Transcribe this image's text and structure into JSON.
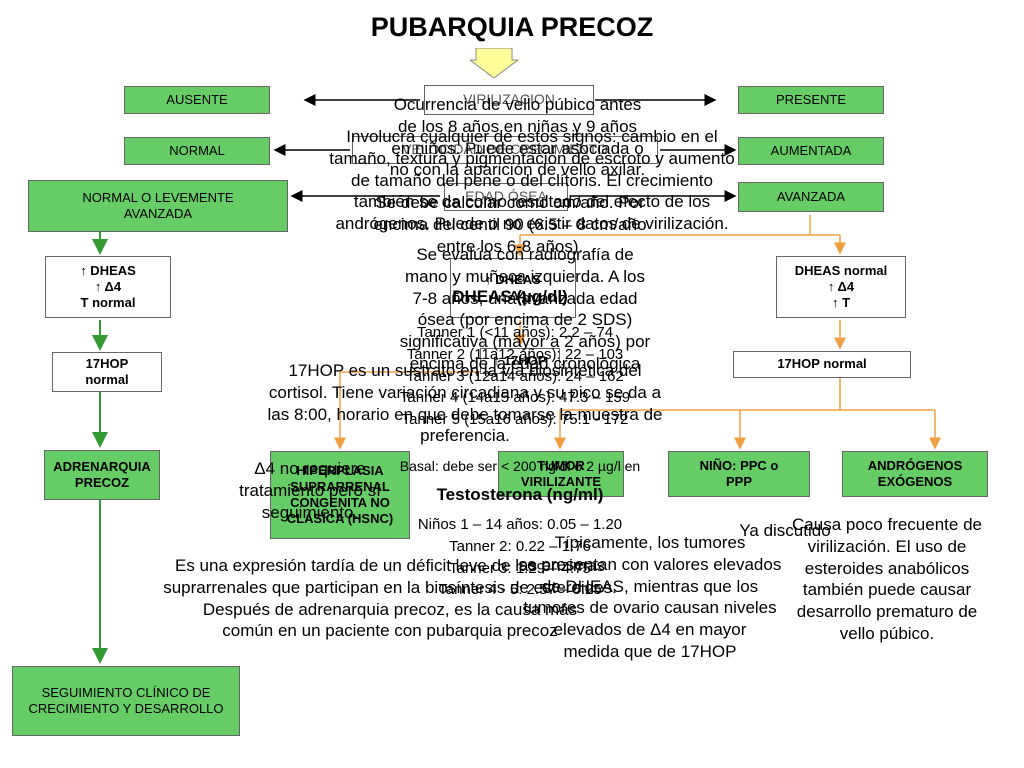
{
  "title": "PUBARQUIA PRECOZ",
  "rows": {
    "virilizacion": {
      "center": "VIRILIZACION",
      "left": "AUSENTE",
      "right": "PRESENTE"
    },
    "velocidad": {
      "center": "VELOCIDAD DE CRECIMIENTO",
      "left": "NORMAL",
      "right": "AUMENTADA"
    },
    "edad_osea": {
      "center": "EDAD ÓSEA",
      "left": "NORMAL O LEVEMENTE AVANZADA",
      "right": "AVANZADA"
    }
  },
  "left_branch": {
    "labs": [
      "↑ DHEAS",
      "↑ Δ4",
      "T normal"
    ],
    "hop": "17HOP normal",
    "diagnosis": "ADRENARQUIA PRECOZ",
    "followup": "SEGUIMIENTO CLÍNICO DE CRECIMIENTO Y DESARROLLO"
  },
  "right_branch": {
    "labs": [
      "DHEAS normal",
      "↑ Δ4",
      "↑ T"
    ],
    "hop": "17HOP normal"
  },
  "center_branch": {
    "labs": [
      "↑ DHEAS",
      "↑ Δ4"
    ],
    "hop": "↑ 17HOP"
  },
  "diagnoses": {
    "hsnc": "HIPERPLASIA SUPRARRENAL CONGENITA NO CLÁSICA (HSNC)",
    "tumor": "TUMOR VIRILIZANTE",
    "nino": "NIÑO: PPC o PPP",
    "exogenos": "ANDRÓGENOS EXÓGENOS"
  },
  "overlays": {
    "definition": "Ocurrencia de vello púbico antes\nde los 8 años en niñas y 9 años\nen niños. Puede estar asociada o\nno con la aparición de vello axilar.",
    "virilizacion_text": "Involucra cualquier de estos signos: cambio en el\ntamaño, textura y pigmentación de escroto y aumento\nde tamaño del pene o del clítoris. El crecimiento\ntambién se da como resultado del efecto de los\nandrógenos. Puede o no existir datos de virilización.",
    "velocidad_text": "Se debe calcular como cm/año. Por\nencima del centil 90 (6.5 – 8 cm/año\nentre los 6-8 años).",
    "edad_osea_text": "Se evalúa con radiografía de\nmano y muñeca izquierda. A los\n7-8 años, una avanzada edad\nósea (por encima de 2 SDS)\nsignificativa (mayor a 2 años) por\nencima de la edad cronológica",
    "dheas_title": "DHEAS (µg/dl)",
    "dheas_values": "Tanner 1 (<11 años): 2.2 – 74\nTanner 2 (11a12 años): 22 – 103\nTanner 3 (12a14 años): 24 – 162\nTanner 4 (14a15 años): 47.3 – 159\nTanner 5 (15a16 años): 75.1 - 172",
    "hop_text": "17HOP es un sustrato en la vía biosintética del\ncortisol. Tiene variación circadiana y su pico se da a\nlas 8:00, horario en que debe tomarse la muestra de\npreferencia.",
    "hop_value": "Basal: debe ser < 200 ng/dl o 2 µg/l en",
    "delta4_note": "Δ4 no requiere\ntratamiento pero sí\nseguimiento.",
    "testo_title": "Testosterona (ng/ml)",
    "testo_values": "Niños 1 – 14 años: 0.05 – 1.20\nTanner 2: 0.22 – 1.76\nTanner 3: 1.29 – 4.75\nTanner 4 - 5: 2.57 – 5.25",
    "adrenarquia_text": "Es una expresión tardía de un déficit leve de las enzimas\nsuprarrenales que participan en la biosíntesis de esteroides.\nDespués de adrenarquia precoz, es la causa más\ncomún en un paciente con pubarquia precoz",
    "tumor_text": "Típicamente, los tumores\nse presentan con valores elevados\nde DHEAS, mientras que los\ntumores de ovario causan niveles\nelevados de Δ4 en mayor\nmedida que de 17HOP",
    "ya_discutido": "Ya discutido",
    "exogenos_text": "Causa poco frecuente de\nvirilización. El uso de\nesteroides anabólicos\ntambién puede causar\ndesarrollo prematuro de\nvello púbico."
  }
}
